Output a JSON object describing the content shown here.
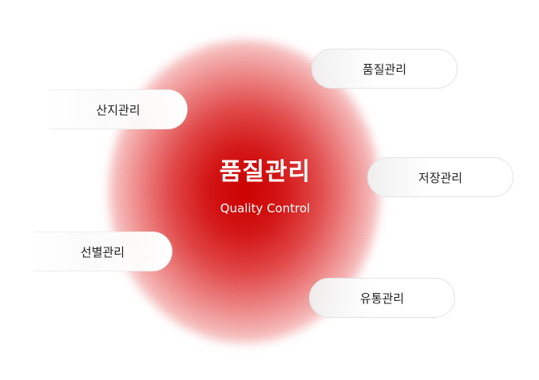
{
  "center": {
    "title": "품질관리",
    "subtitle": "Quality Control"
  },
  "nodes": {
    "top_right": "품질관리",
    "left_top": "산지관리",
    "right_middle": "저장관리",
    "left_bottom": "선별관리",
    "bottom_right": "유통관리"
  },
  "colors": {
    "accent": "#cc0000",
    "text": "#222222",
    "pill_border": "#e2e2e2"
  }
}
